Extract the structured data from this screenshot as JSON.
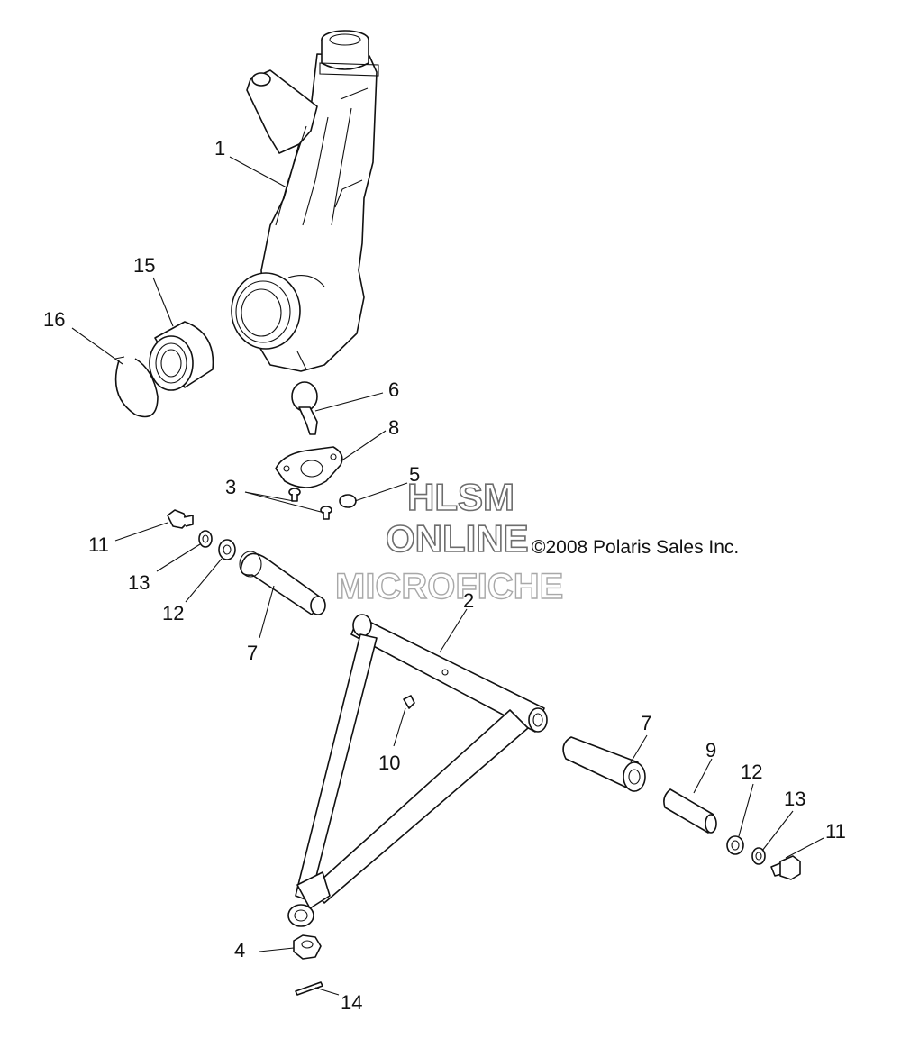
{
  "watermark": {
    "line1": "HLSM",
    "line2": "ONLINE",
    "line3": "MICROFICHE"
  },
  "copyright": "©2008 Polaris Sales Inc.",
  "callouts": {
    "c1": "1",
    "c2": "2",
    "c3": "3",
    "c4": "4",
    "c5": "5",
    "c6": "6",
    "c7a": "7",
    "c7b": "7",
    "c8": "8",
    "c9": "9",
    "c10": "10",
    "c11a": "11",
    "c11b": "11",
    "c12a": "12",
    "c12b": "12",
    "c13a": "13",
    "c13b": "13",
    "c14": "14",
    "c15": "15",
    "c16": "16"
  }
}
